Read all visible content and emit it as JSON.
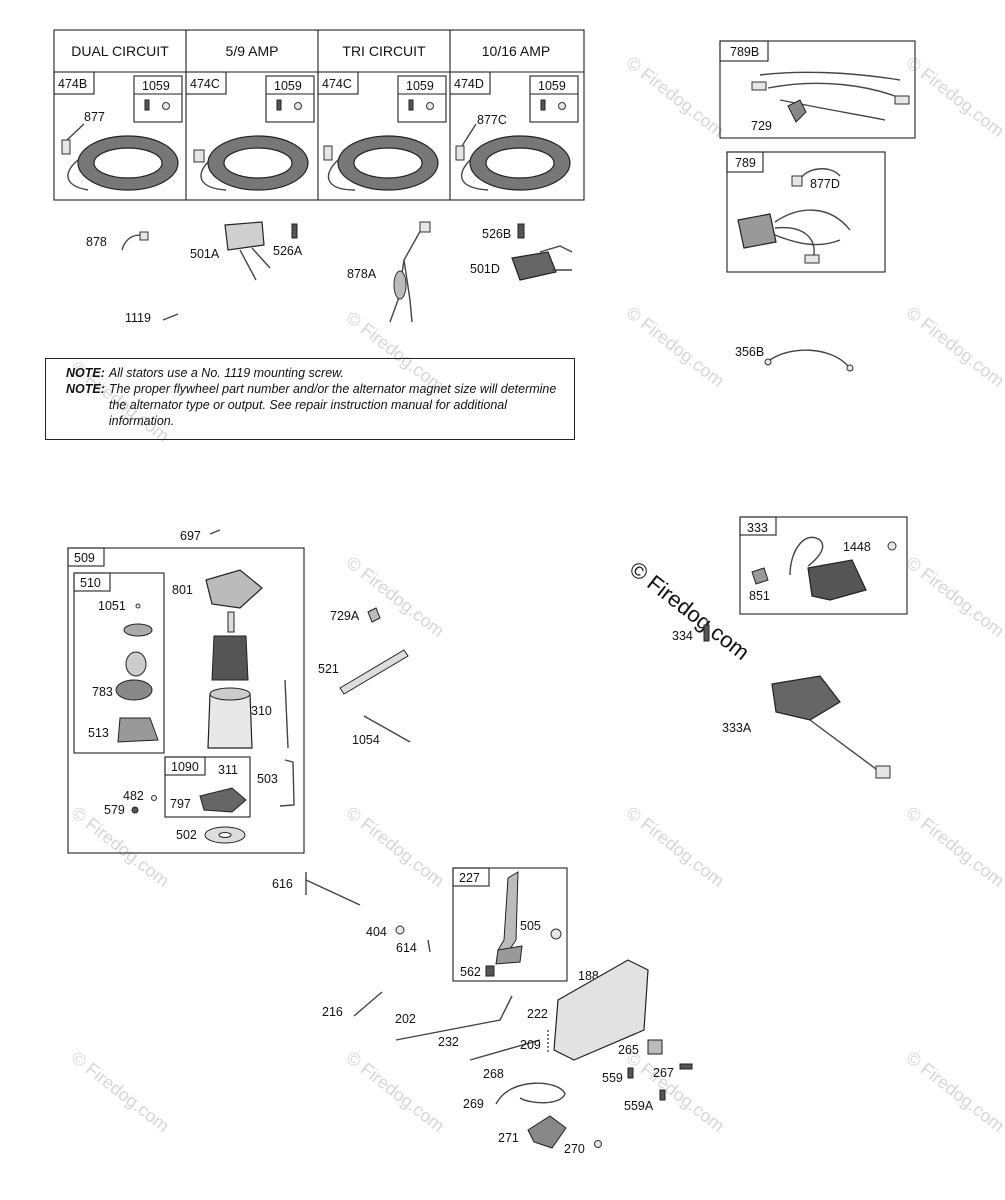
{
  "stator_headers": [
    "DUAL CIRCUIT",
    "5/9 AMP",
    "TRI CIRCUIT",
    "10/16 AMP"
  ],
  "stator_kits": [
    "474B",
    "474C",
    "474C",
    "474D"
  ],
  "screw_kit": "1059",
  "callouts": {
    "p877": "877",
    "p877c": "877C",
    "p878": "878",
    "p501a": "501A",
    "p526a": "526A",
    "p878a": "878A",
    "p526b": "526B",
    "p501d": "501D",
    "p1119": "1119",
    "p789b": "789B",
    "p729": "729",
    "p789": "789",
    "p877d": "877D",
    "p356b": "356B",
    "p697": "697",
    "p509": "509",
    "p510": "510",
    "p1051": "1051",
    "p783": "783",
    "p513": "513",
    "p801": "801",
    "p310": "310",
    "p1090": "1090",
    "p311": "311",
    "p797": "797",
    "p503": "503",
    "p482": "482",
    "p579": "579",
    "p502": "502",
    "p729a": "729A",
    "p521": "521",
    "p1054": "1054",
    "p333": "333",
    "p1448": "1448",
    "p851": "851",
    "p334": "334",
    "p333a": "333A",
    "p616": "616",
    "p404": "404",
    "p614": "614",
    "p227": "227",
    "p505": "505",
    "p562": "562",
    "p188": "188",
    "p216": "216",
    "p202": "202",
    "p222": "222",
    "p232": "232",
    "p209": "209",
    "p265": "265",
    "p268": "268",
    "p559": "559",
    "p267": "267",
    "p269": "269",
    "p559a": "559A",
    "p271": "271",
    "p270": "270"
  },
  "notes": [
    {
      "key": "NOTE:",
      "text": "All stators use a No. 1119 mounting screw."
    },
    {
      "key": "NOTE:",
      "text": "The proper flywheel part number and/or the alternator magnet size will determine the alternator type or output. See repair instruction manual for additional information."
    }
  ],
  "watermark": "© Firedog.com"
}
